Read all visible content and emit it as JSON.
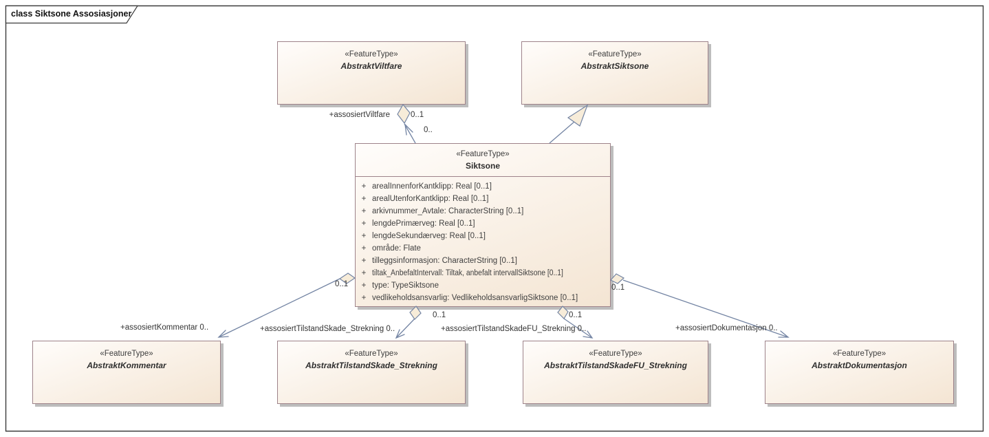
{
  "diagram": {
    "title": "class Siktsone Assosiasjoner"
  },
  "classes": {
    "viltfare": {
      "stereotype": "«FeatureType»",
      "name": "AbstraktViltfare"
    },
    "abstraktSiktsone": {
      "stereotype": "«FeatureType»",
      "name": "AbstraktSiktsone"
    },
    "siktsone": {
      "stereotype": "«FeatureType»",
      "name": "Siktsone",
      "vis": "+",
      "attributes": [
        "arealInnenforKantklipp: Real [0..1]",
        "arealUtenforKantklipp: Real [0..1]",
        "arkivnummer_Avtale: CharacterString [0..1]",
        "lengdePrimærveg: Real [0..1]",
        "lengdeSekundærveg: Real [0..1]",
        "område: Flate",
        "tilleggsinformasjon: CharacterString [0..1]",
        "tiltak_AnbefaltIntervall: Tiltak, anbefalt intervallSiktsone [0..1]",
        "type: TypeSiktsone",
        "vedlikeholdsansvarlig: VedlikeholdsansvarligSiktsone [0..1]"
      ]
    },
    "kommentar": {
      "stereotype": "«FeatureType»",
      "name": "AbstraktKommentar"
    },
    "tilstandSkade": {
      "stereotype": "«FeatureType»",
      "name": "AbstraktTilstandSkade_Strekning"
    },
    "tilstandSkadeFU": {
      "stereotype": "«FeatureType»",
      "name": "AbstraktTilstandSkadeFU_Strekning"
    },
    "dokumentasjon": {
      "stereotype": "«FeatureType»",
      "name": "AbstraktDokumentasjon"
    }
  },
  "connectors": {
    "viltfare": {
      "role": "+assosiertViltfare",
      "mult_target": "0..1",
      "mult_source": "0.."
    },
    "kommentar": {
      "label": "+assosiertKommentar 0..",
      "mult_source": "0..1"
    },
    "tilstandSkade": {
      "label": "+assosiertTilstandSkade_Strekning 0..",
      "mult_source": "0..1"
    },
    "tilstandSkadeFU": {
      "label": "+assosiertTilstandSkadeFU_Strekning 0..",
      "mult_source": "0..1"
    },
    "dokumentasjon": {
      "label": "+assosiertDokumentasjon 0..",
      "mult_source": "0..1"
    }
  },
  "colors": {
    "frame": "#3a3a3a",
    "boxBorder": "#9d8289",
    "boxFillLight": "#fffdfb",
    "boxFillDark": "#f4e5d3",
    "shadow": "#bdbdbd",
    "connector": "#7384a3",
    "diamondFill": "#f7ecd9",
    "labelText": "#333333",
    "titleText": "#111111",
    "attrText": "#3f3f3f"
  }
}
